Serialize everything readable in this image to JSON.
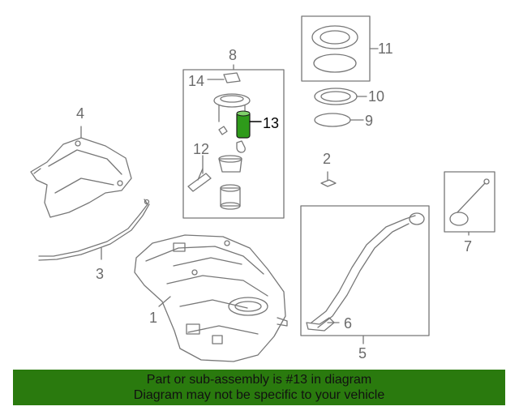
{
  "callouts": {
    "c1": "1",
    "c2": "2",
    "c3": "3",
    "c4": "4",
    "c5": "5",
    "c6": "6",
    "c7": "7",
    "c8": "8",
    "c9": "9",
    "c10": "10",
    "c11": "11",
    "c12": "12",
    "c13": "13",
    "c14": "14"
  },
  "highlighted_part": "13",
  "banner": {
    "line1": "Part or sub-assembly is #13 in diagram",
    "line2": "Diagram may not be specific to your vehicle"
  },
  "colors": {
    "banner_bg": "#2a7a0e",
    "highlight_part": "#2e9a1a",
    "line_art": "#777777"
  }
}
